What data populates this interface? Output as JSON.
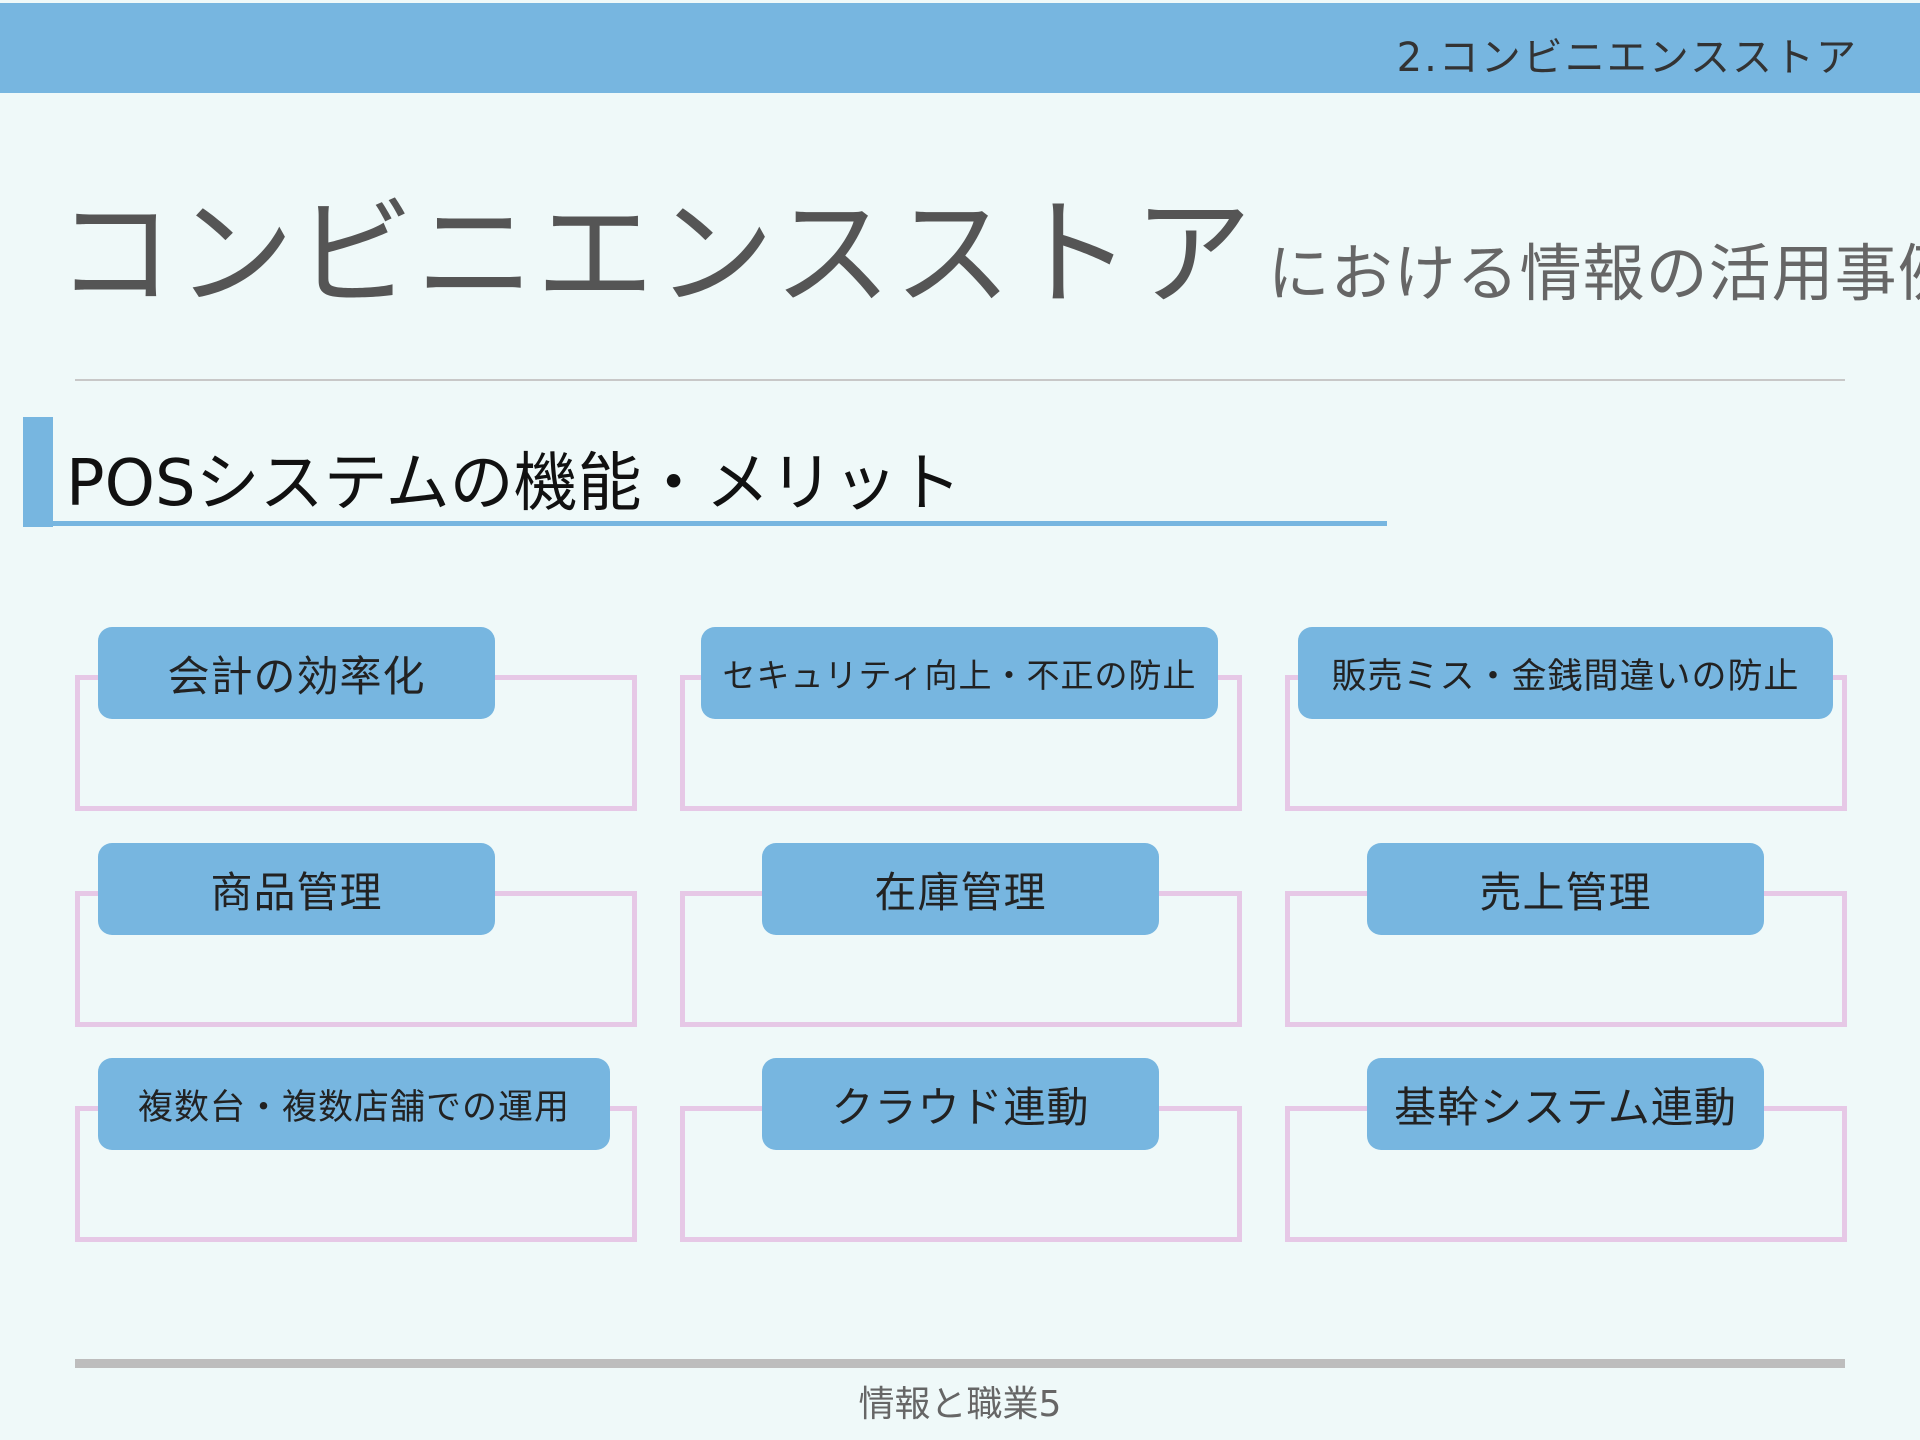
{
  "header": {
    "section_label": "2.コンビニエンスストア"
  },
  "title": {
    "main": "コンビニエンスストア",
    "suffix": "における情報の活用事例"
  },
  "subheading": "POSシステムの機能・メリット",
  "features": [
    "会計の効率化",
    "セキュリティ向上・不正の防止",
    "販売ミス・金銭間違いの防止",
    "商品管理",
    "在庫管理",
    "売上管理",
    "複数台・複数店舗での運用",
    "クラウド連動",
    "基幹システム連動"
  ],
  "footer": "情報と職業5"
}
